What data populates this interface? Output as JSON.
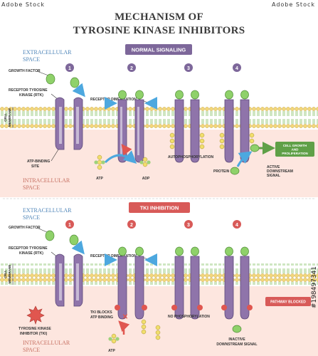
{
  "title_line1": "MECHANISM OF",
  "title_line2": "TYROSINE KINASE INHIBITORS",
  "stock_brand": "Adobe Stock",
  "stock_id": "#198497341",
  "normal": {
    "header": "NORMAL SIGNALING",
    "extracellular_1": "EXTRACELLULAR",
    "extracellular_2": "SPACE",
    "intracellular_1": "INTRACELLULAR",
    "intracellular_2": "SPACE",
    "membrane_1": "CELL",
    "membrane_2": "MEMBRANE",
    "steps": [
      "1",
      "2",
      "3",
      "4"
    ],
    "growth_factor": "GROWTH FACTOR",
    "rtk_1": "RECEPTOR TYROSINE",
    "rtk_2": "KINASE (RTK)",
    "atp_site_1": "ATP-BINDING",
    "atp_site_2": "SITE",
    "dimerization": "RECEPTOR DIMERIZATION",
    "atp": "ATP",
    "adp": "ADP",
    "autophos": "AUTOPHOSPHORYLATION",
    "protein": "PROTEIN",
    "signal_1": "ACTIVE",
    "signal_2": "DOWNSTREAM",
    "signal_3": "SIGNAL",
    "outcome_1": "CELL GROWTH",
    "outcome_2": "AND",
    "outcome_3": "PROLIFERATION"
  },
  "tki": {
    "header": "TKI INHIBITION",
    "extracellular_1": "EXTRACELLULAR",
    "extracellular_2": "SPACE",
    "intracellular_1": "INTRACELLULAR",
    "intracellular_2": "SPACE",
    "membrane_1": "CELL",
    "membrane_2": "MEMBRANE",
    "steps": [
      "1",
      "2",
      "3",
      "4"
    ],
    "growth_factor": "GROWTH FACTOR",
    "rtk_1": "RECEPTOR TYROSINE",
    "rtk_2": "KINASE (RTK)",
    "dimerization": "RECEPTOR DIMERIZATION",
    "inhibitor_1": "TYROSINE KINASE",
    "inhibitor_2": "INHIBITOR (TKI)",
    "blocks_1": "TKI BLOCKS",
    "blocks_2": "ATP BINDING",
    "atp": "ATP",
    "no_phos": "NO PHOSPHORYLATION",
    "inactive_1": "INACTIVE",
    "inactive_2": "DOWNSTREAM SIGNAL",
    "blocked": "PATHWAY BLOCKED"
  },
  "colors": {
    "receptor": "#8f74aa",
    "receptor_dark": "#5b4777",
    "ligand": "#8fd16a",
    "membrane_head": "#f3d77a",
    "membrane_tail": "#a6d68b",
    "intracellular": "#fde6df",
    "phosphate": "#f1de6c",
    "header_purple": "#7d679a",
    "header_red": "#d85a58",
    "arrow_blue": "#4da8df",
    "inhibitor": "#e0564f",
    "growth_green": "#5fa047"
  }
}
